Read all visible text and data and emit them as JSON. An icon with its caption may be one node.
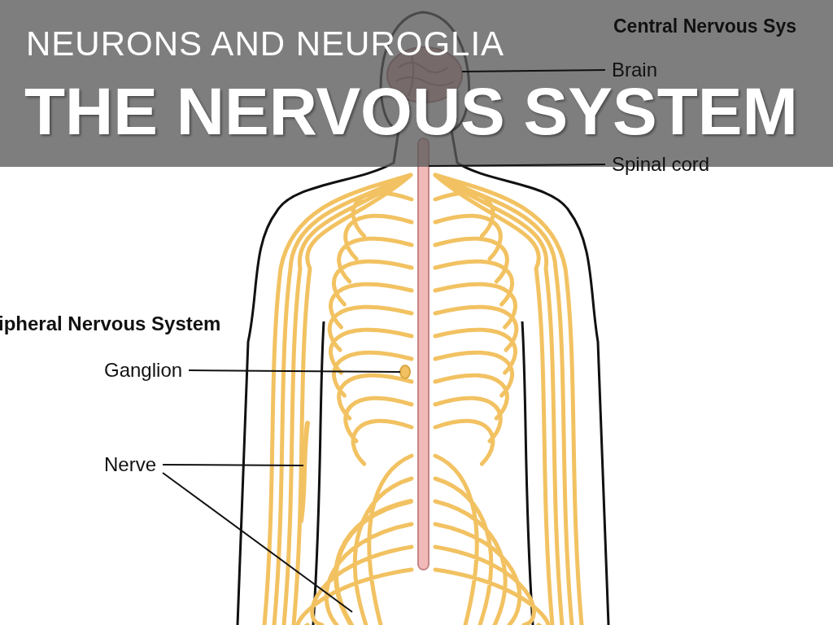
{
  "diagram": {
    "title": "THE NERVOUS SYSTEM",
    "nodes": [
      {
        "text": [
          "Brain"
        ]
      },
      {
        "text": [],
        "shape": "picture"
      },
      {
        "text": [
          "Spinal cord"
        ]
      },
      {
        "text": [],
        "shape": "bar"
      },
      {
        "text": [
          "Ganglion"
        ]
      },
      {
        "text": [],
        "shape": "circle"
      },
      {
        "text": [
          "Nerve"
        ]
      },
      {
        "text": [],
        "shape": "line"
      },
      {
        "text": [],
        "shape": "line"
      }
    ],
    "edges": [
      {
        "from": 0,
        "to": 1,
        "arrow": "none"
      },
      {
        "from": 2,
        "to": 3,
        "arrow": "none"
      },
      {
        "from": 4,
        "to": 5,
        "arrow": "none"
      },
      {
        "from": 6,
        "to": 7,
        "arrow": "none"
      },
      {
        "from": 6,
        "to": 8,
        "arrow": "none"
      }
    ],
    "labels": [
      "NEURONS AND NEUROGLIA",
      "Central Nervous Sys",
      "ipheral Nervous System"
    ]
  }
}
